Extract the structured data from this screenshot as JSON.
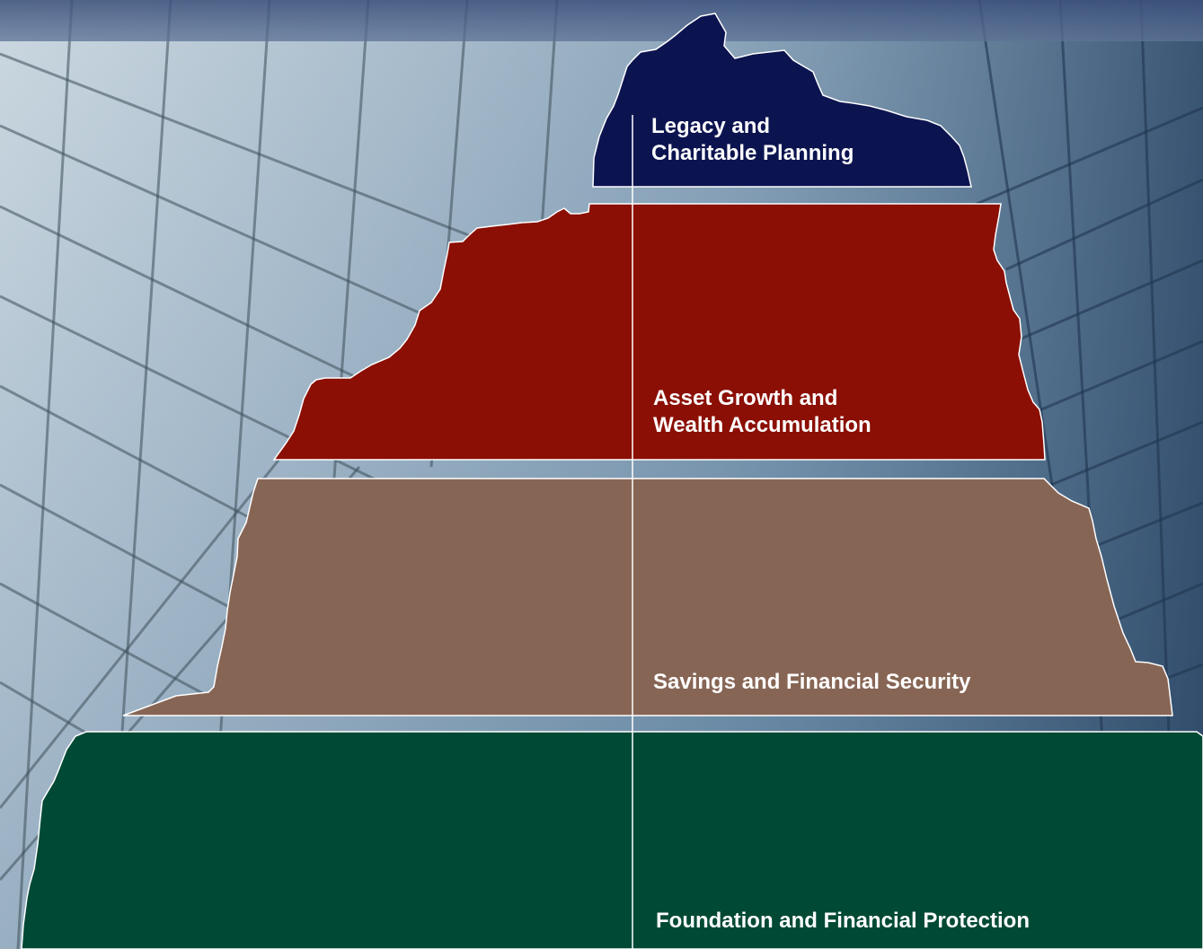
{
  "tiers": [
    {
      "id": "legacy",
      "lines": [
        "Legacy and",
        "Charitable Planning"
      ],
      "color": "#0c1450"
    },
    {
      "id": "growth",
      "lines": [
        "Asset Growth and",
        "Wealth Accumulation"
      ],
      "color": "#8b0f04"
    },
    {
      "id": "savings",
      "lines": [
        "Savings and Financial Security"
      ],
      "color": "#876555"
    },
    {
      "id": "foundation",
      "lines": [
        "Foundation and Financial Protection"
      ],
      "color": "#004935"
    }
  ],
  "outline_color": "#ffffff"
}
